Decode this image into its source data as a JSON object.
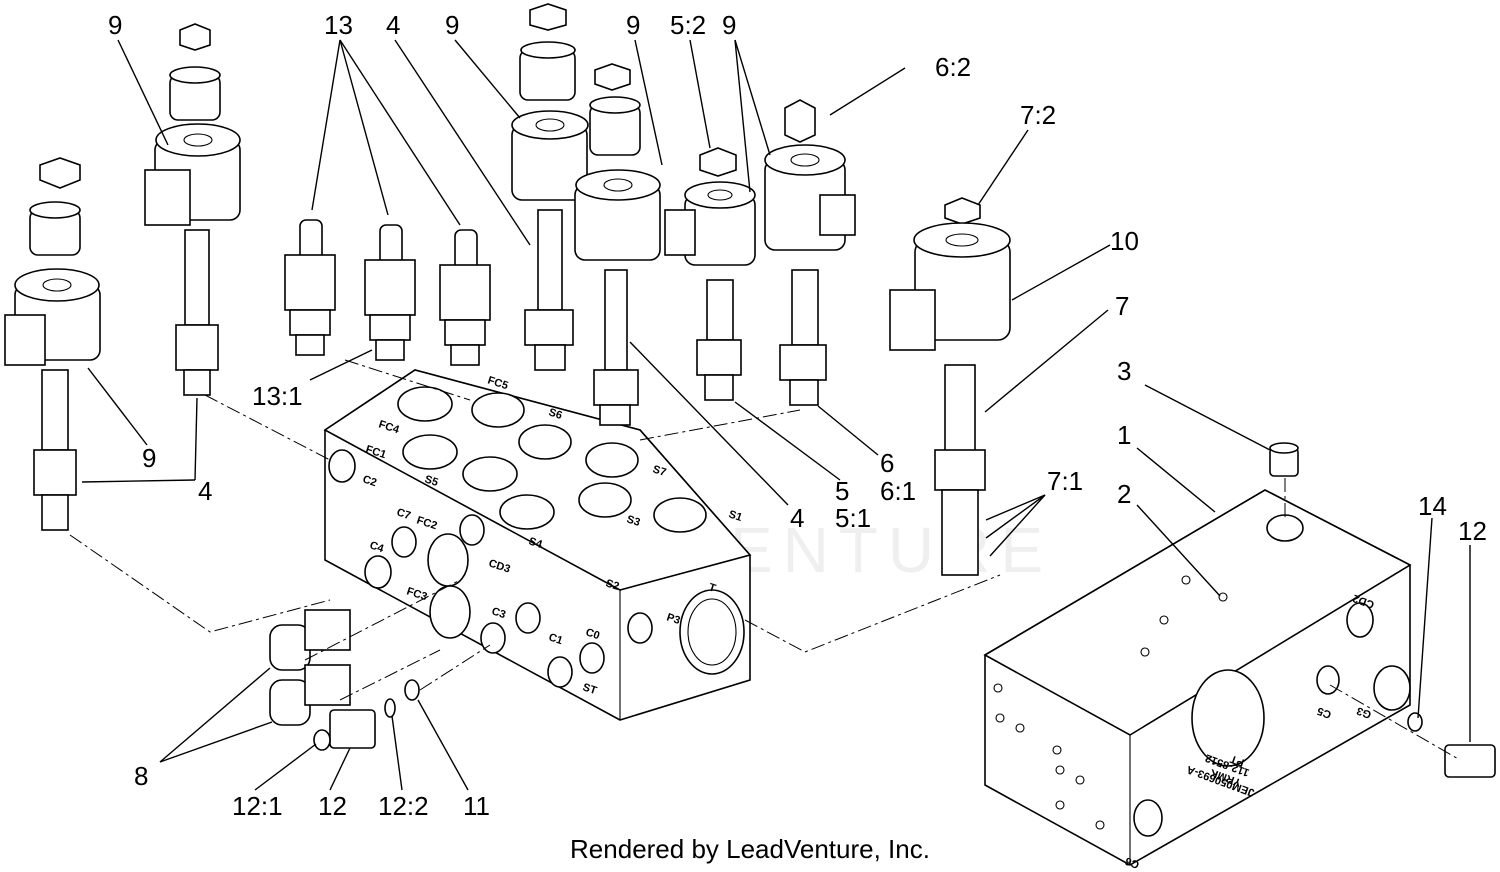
{
  "footer": "Rendered by LeadVenture, Inc.",
  "watermark": "LEADVENTURE",
  "callouts": [
    "9",
    "13",
    "4",
    "9",
    "9",
    "5:2",
    "9",
    "6:2",
    "7:2",
    "10",
    "7",
    "3",
    "1",
    "2",
    "14",
    "12",
    "13:1",
    "9",
    "4",
    "4",
    "5",
    "6",
    "6:1",
    "5:1",
    "7:1",
    "8",
    "12:1",
    "12",
    "12:2",
    "11"
  ],
  "ports_main": [
    "FC5",
    "FC4",
    "FC1",
    "S6",
    "S5",
    "S7",
    "C2",
    "C7",
    "FC2",
    "S4",
    "S3",
    "S1",
    "C4",
    "CD3",
    "FC3",
    "C3",
    "C1",
    "C0",
    "S2",
    "T",
    "P3",
    "ST"
  ],
  "ports_second": [
    "CD2",
    "C5",
    "G3",
    "C6",
    "PT"
  ],
  "block_stamp": [
    "JEM050693-A",
    "YRMK",
    "112-8512"
  ]
}
